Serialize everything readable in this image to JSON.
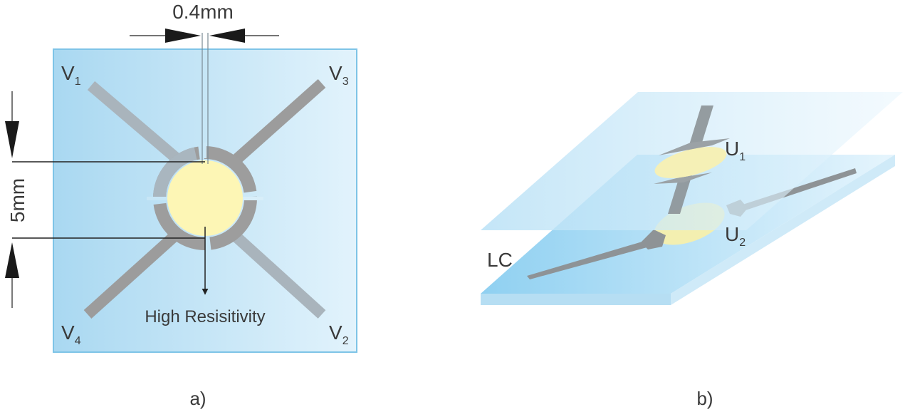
{
  "panel_a": {
    "width_label": "0.4mm",
    "height_label": "5mm",
    "center_label": "High Resisitivity",
    "electrodes": [
      {
        "letter": "V",
        "sub": "1"
      },
      {
        "letter": "V",
        "sub": "3"
      },
      {
        "letter": "V",
        "sub": "4"
      },
      {
        "letter": "V",
        "sub": "2"
      }
    ],
    "caption": "a)"
  },
  "panel_b": {
    "upper_label": {
      "letter": "U",
      "sub": "1"
    },
    "lower_label": {
      "letter": "U",
      "sub": "2"
    },
    "lc_label": "LC",
    "caption": "b)"
  },
  "colors": {
    "glass": "#bfe3f5",
    "glass_edge": "#8fcbe9",
    "electrode": "#9a9a9a",
    "center": "#fdf6b5",
    "ring": "#9c9c9c"
  }
}
